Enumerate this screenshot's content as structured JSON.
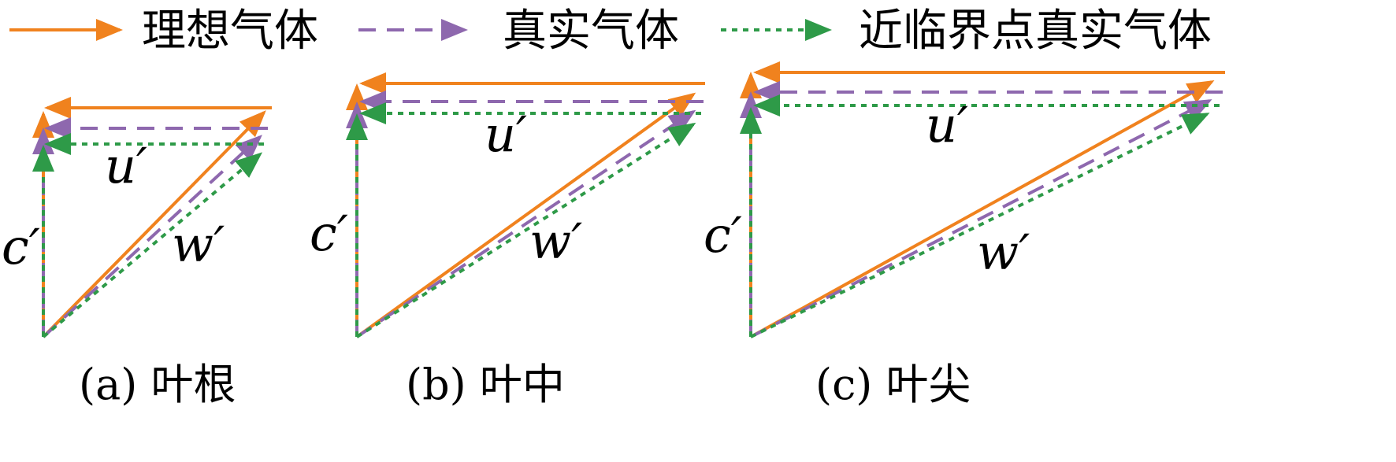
{
  "legend": {
    "items": [
      {
        "key": "ideal",
        "label": "理想气体",
        "color": "#F0821E",
        "dash": "",
        "width": 4
      },
      {
        "key": "real",
        "label": "真实气体",
        "color": "#8E68AE",
        "dash": "22 14",
        "width": 4
      },
      {
        "key": "near",
        "label": "近临界点真实气体",
        "color": "#2E9A48",
        "dash": "7 7",
        "width": 4
      }
    ]
  },
  "labels": {
    "c": "c′",
    "u": "u′",
    "w": "w′"
  },
  "panels": [
    {
      "id": "a",
      "caption": "(a) 叶根"
    },
    {
      "id": "b",
      "caption": "(b) 叶中"
    },
    {
      "id": "c",
      "caption": "(c) 叶尖"
    }
  ]
}
